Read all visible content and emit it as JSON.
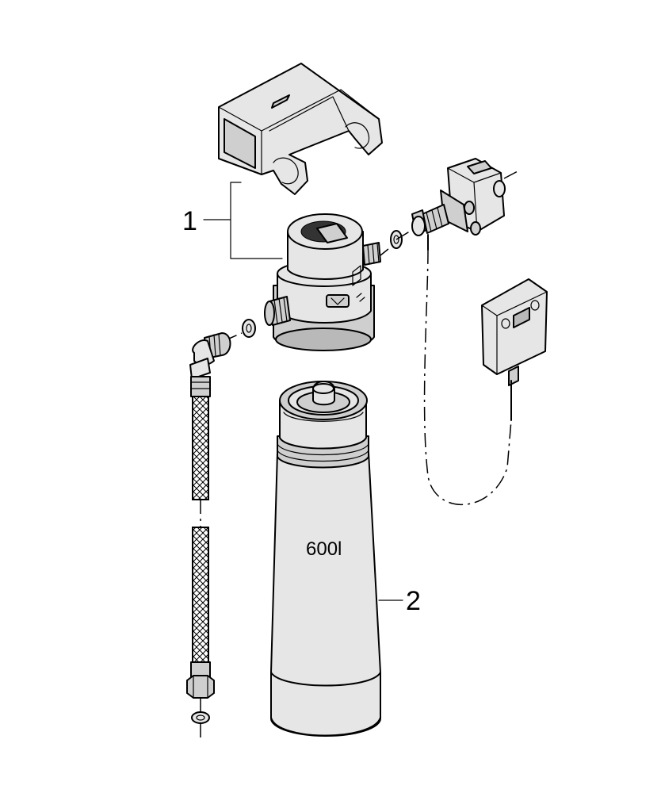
{
  "callouts": [
    {
      "number": "1"
    },
    {
      "number": "2"
    }
  ],
  "cartridge": {
    "capacity_label": "600l"
  }
}
